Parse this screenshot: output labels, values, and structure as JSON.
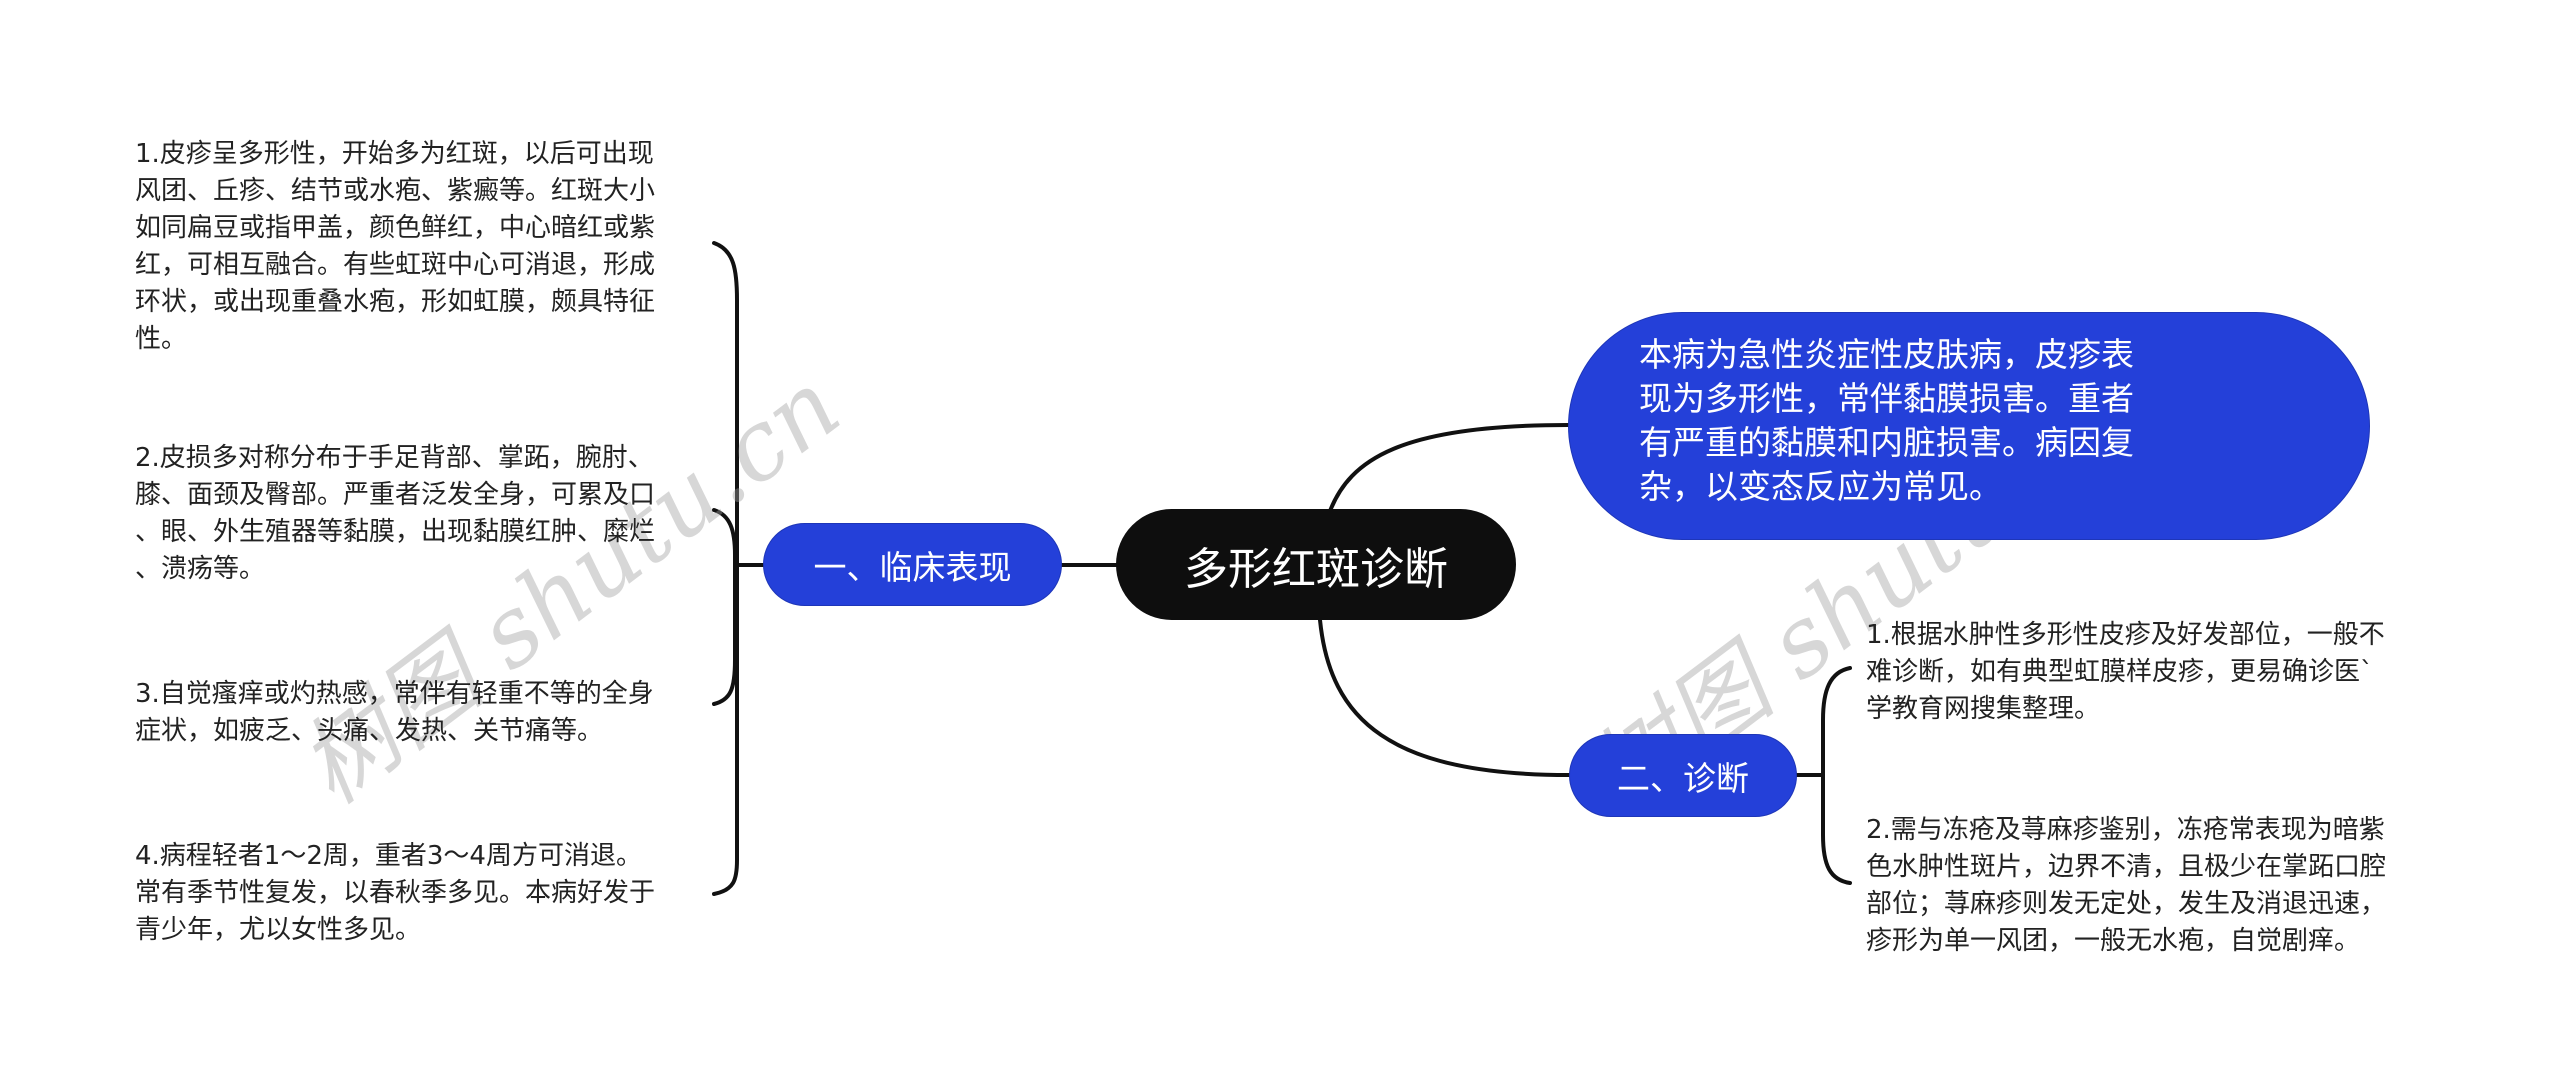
{
  "mindmap": {
    "root": {
      "label": "多形红斑诊断"
    },
    "summary": {
      "lines": [
        "本病为急性炎症性皮肤病，皮疹表",
        "现为多形性，常伴黏膜损害。重者",
        "有严重的黏膜和内脏损害。病因复",
        "杂，以变态反应为常见。"
      ]
    },
    "branches": [
      {
        "label": "一、临床表现",
        "leaves": [
          {
            "lines": [
              "1.皮疹呈多形性，开始多为红斑，以后可出现",
              "风团、丘疹、结节或水疱、紫癜等。红斑大小",
              "如同扁豆或指甲盖，颜色鲜红，中心暗红或紫",
              "红，可相互融合。有些虹斑中心可消退，形成",
              "环状，或出现重叠水疱，形如虹膜，颇具特征",
              "性。"
            ]
          },
          {
            "lines": [
              "2.皮损多对称分布于手足背部、掌跖，腕肘、",
              "膝、面颈及臀部。严重者泛发全身，可累及口",
              "、眼、外生殖器等黏膜，出现黏膜红肿、糜烂",
              "、溃疡等。"
            ]
          },
          {
            "lines": [
              "3.自觉瘙痒或灼热感，常伴有轻重不等的全身",
              "症状，如疲乏、头痛、发热、关节痛等。"
            ]
          },
          {
            "lines": [
              "4.病程轻者1～2周，重者3～4周方可消退。",
              "常有季节性复发，以春秋季多见。本病好发于",
              "青少年，尤以女性多见。"
            ]
          }
        ]
      },
      {
        "label": "二、诊断",
        "leaves": [
          {
            "lines": [
              "1.根据水肿性多形性皮疹及好发部位，一般不",
              "难诊断，如有典型虹膜样皮疹，更易确诊医`",
              "学教育网搜集整理。"
            ]
          },
          {
            "lines": [
              "2.需与冻疮及荨麻疹鉴别，冻疮常表现为暗紫",
              "色水肿性斑片，边界不清，且极少在掌跖口腔",
              "部位；荨麻疹则发无定处，发生及消退迅速，",
              "疹形为单一风团，一般无水疱，自觉剧痒。"
            ]
          }
        ]
      }
    ]
  },
  "watermarks": [
    {
      "text": "树图 shutu.cn"
    },
    {
      "text": "树图 shutu.cn"
    }
  ],
  "colors": {
    "root_bg": "#0e0e0e",
    "branch_bg": "#2440d9",
    "line": "#111111",
    "leaf_text": "#222222"
  }
}
